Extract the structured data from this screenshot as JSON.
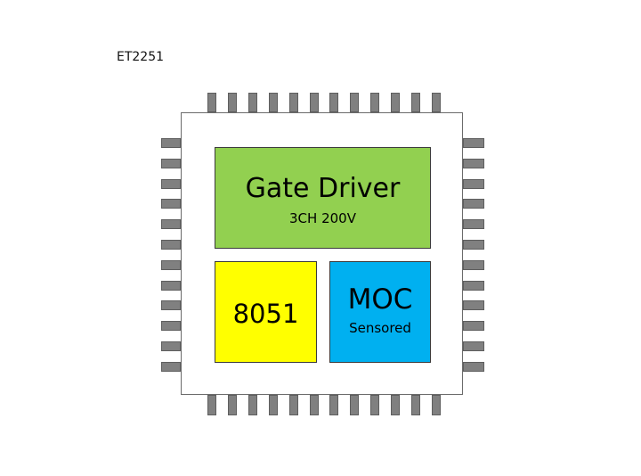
{
  "chip": {
    "part_number": "ET2251"
  },
  "blocks": {
    "gate_driver": {
      "title": "Gate Driver",
      "subtitle": "3CH 200V",
      "color": "#92d050"
    },
    "mcu": {
      "title": "8051",
      "color": "#ffff00"
    },
    "moc": {
      "title": "MOC",
      "subtitle": "Sensored",
      "color": "#00b0f0"
    }
  },
  "package": {
    "pins_per_side": 12,
    "pin_color": "#808080"
  }
}
